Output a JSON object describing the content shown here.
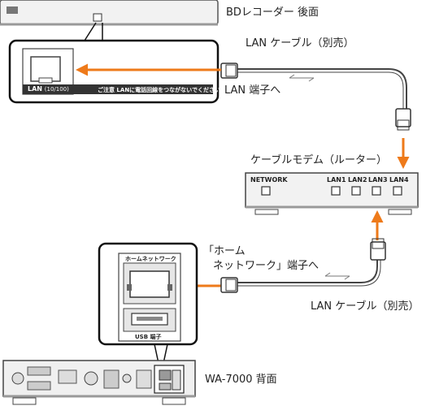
{
  "labels": {
    "bd_rear": "BDレコーダー 後面",
    "lan_cable_top": "LAN ケーブル（別売）",
    "to_lan_port": "LAN 端子へ",
    "modem_title": "ケーブルモデム（ルーター）",
    "network_port": "NETWORK",
    "lan_ports": [
      "LAN1",
      "LAN2",
      "LAN3",
      "LAN4"
    ],
    "home_network_line1": "「ホーム",
    "home_network_line2": "ネットワーク」端子へ",
    "lan_cable_bottom": "LAN ケーブル（別売）",
    "wa_rear": "WA-7000 背面"
  },
  "callout_top": {
    "port_label": "LAN",
    "port_spec": "(10/100)",
    "caution": "ご注意 LANに電話回線をつながないでください。"
  },
  "callout_bottom": {
    "home_network_label": "ホームネットワーク",
    "usb_label": "USB 端子"
  },
  "colors": {
    "arrow": "#ee7a1a",
    "cable": "#444444",
    "device_fill": "#f2f2f2"
  }
}
